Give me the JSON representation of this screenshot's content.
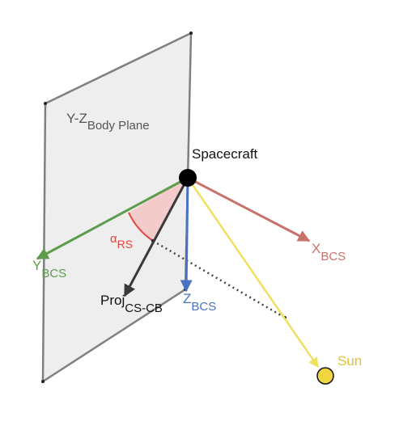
{
  "plane": {
    "label_main": "Y-Z",
    "label_sub": "Body Plane",
    "fill_color": "#eeeeee",
    "edge_color": "#808080"
  },
  "spacecraft": {
    "label": "Spacecraft",
    "color": "#000000"
  },
  "axes": {
    "x": {
      "main": "X",
      "sub": "BCS",
      "color": "#c8736a"
    },
    "y": {
      "main": "Y",
      "sub": "BCS",
      "color": "#5c9c4c"
    },
    "z": {
      "main": "Z",
      "sub": "BCS",
      "color": "#4a72c0"
    }
  },
  "projection": {
    "main": "Proj",
    "sub": "CS-CB",
    "color": "#3a3a3a"
  },
  "angle": {
    "main": "α",
    "sub": "RS",
    "color": "#e0443c",
    "fill_color": "#f4c6c6"
  },
  "sun": {
    "label": "Sun",
    "color": "#f0d640",
    "ray_color": "#f0e060"
  },
  "dotted_line_color": "#444444"
}
